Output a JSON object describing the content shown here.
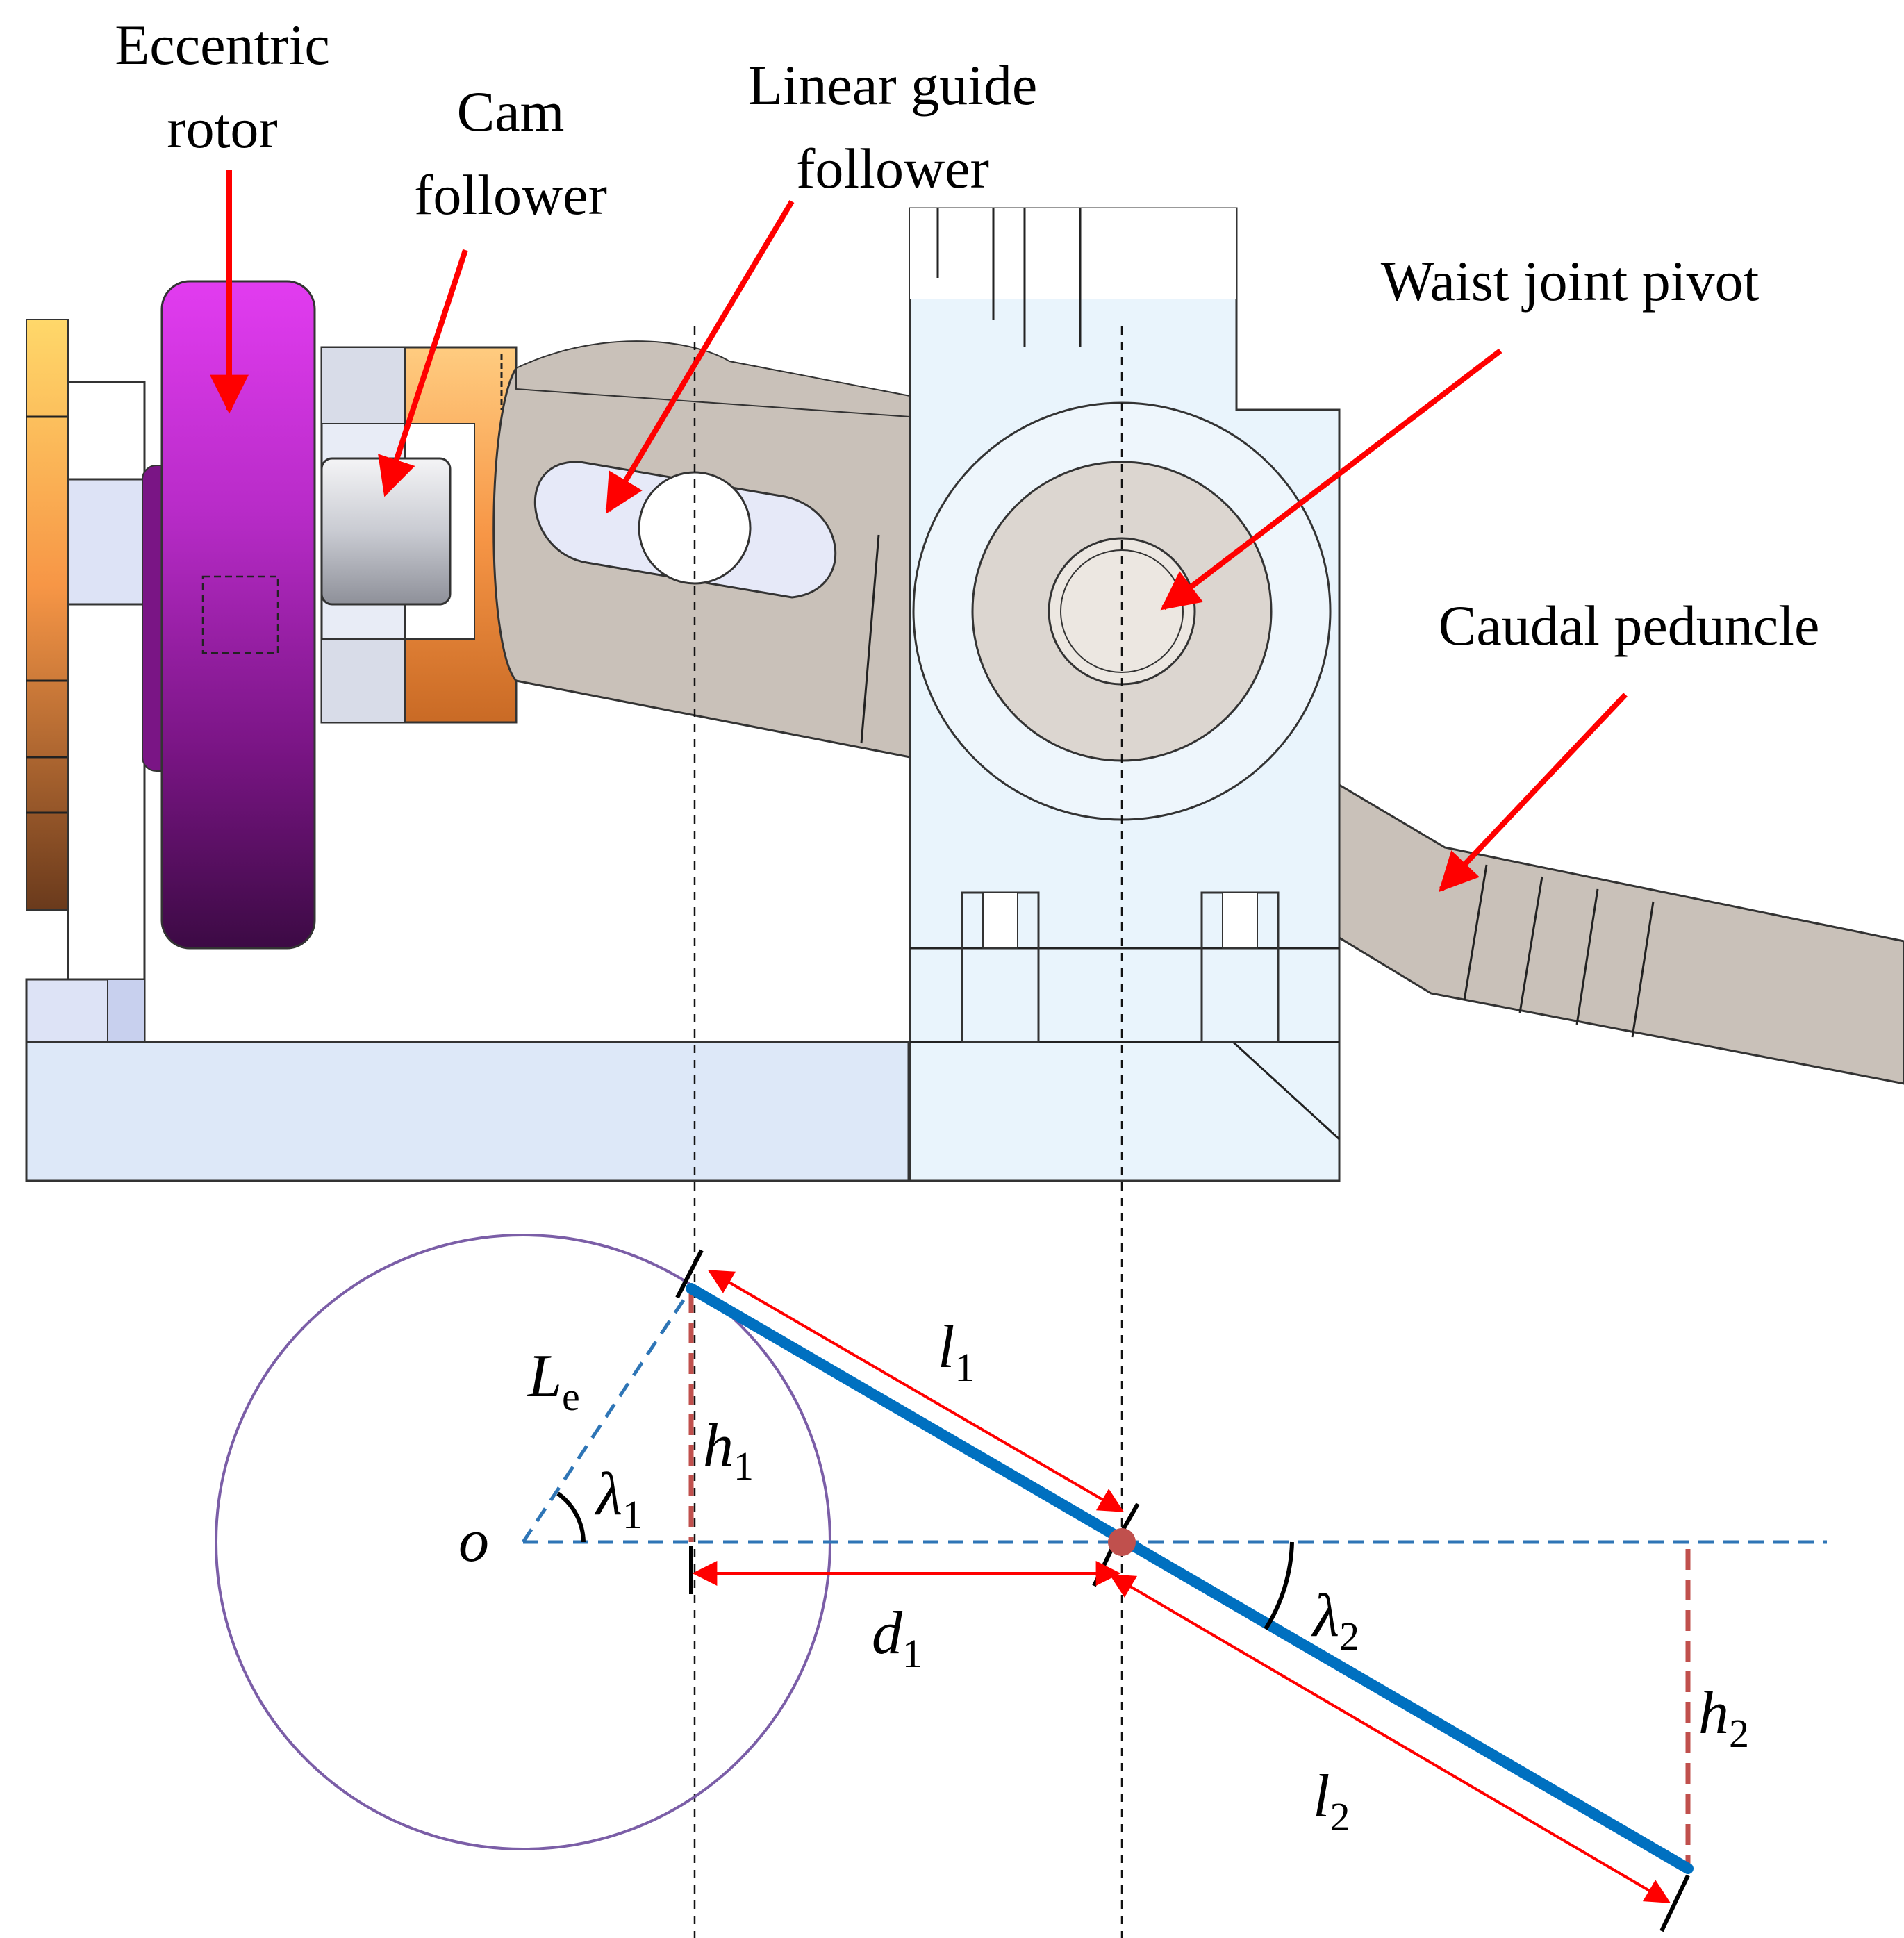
{
  "labels": {
    "eccentric_rotor_l1": "Eccentric",
    "eccentric_rotor_l2": "rotor",
    "cam_follower_l1": "Cam",
    "cam_follower_l2": "follower",
    "linear_guide_l1": "Linear guide",
    "linear_guide_l2": "follower",
    "waist_joint_pivot": "Waist joint pivot",
    "caudal_peduncle": "Caudal peduncle"
  },
  "symbols": {
    "o": "o",
    "Le": {
      "base": "L",
      "sub": "e"
    },
    "lambda1": {
      "base": "λ",
      "sub": "1"
    },
    "h1": {
      "base": "h",
      "sub": "1"
    },
    "l1": {
      "base": "l",
      "sub": "1"
    },
    "d1": {
      "base": "d",
      "sub": "1"
    },
    "lambda2": {
      "base": "λ",
      "sub": "2"
    },
    "l2": {
      "base": "l",
      "sub": "2"
    },
    "h2": {
      "base": "h",
      "sub": "2"
    }
  },
  "colors": {
    "arrow": "#ff0000",
    "link": "#0070c0",
    "dashed_blue": "#2e75b6",
    "dashed_red": "#c0504d",
    "circle": "#7b5ea7",
    "pivot_dot": "#c0504d",
    "rotor": "#9b1fb0",
    "follower_block": "#f79646",
    "frame": "#e8f2fb",
    "linkage": "#c9c1b9",
    "base_plate": "#dde8f8"
  }
}
